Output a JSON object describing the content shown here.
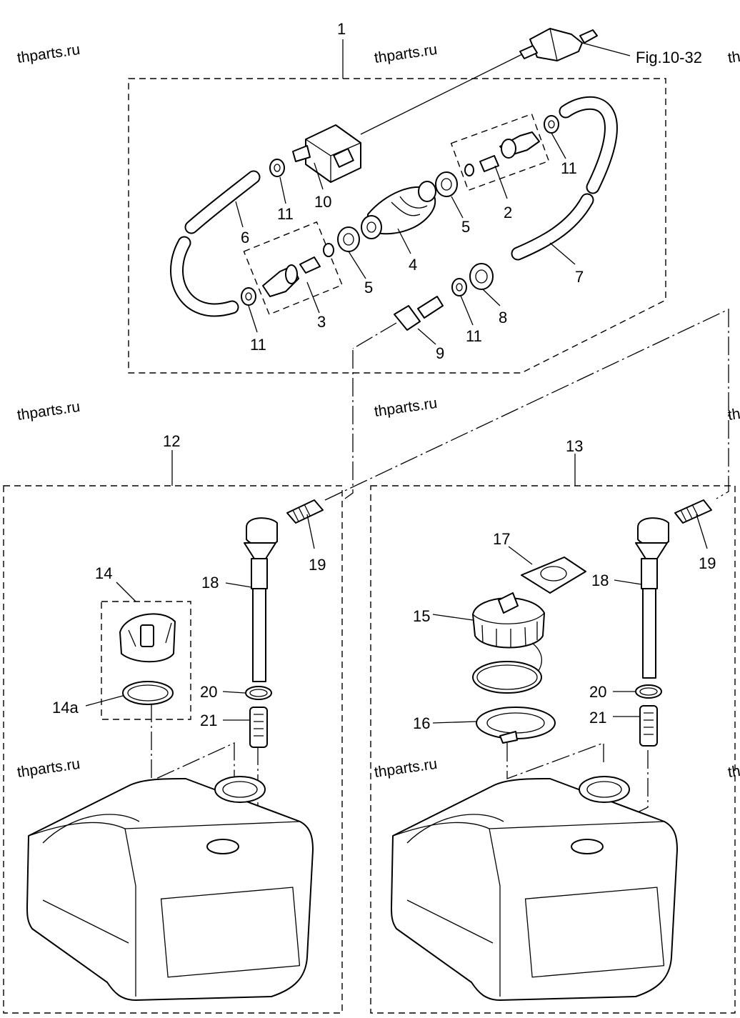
{
  "watermarks": [
    "thparts.ru",
    "thparts.ru",
    "thparts.ru",
    "thparts.ru",
    "thparts.ru",
    "thparts.ru",
    "th",
    "th",
    "th"
  ],
  "callouts": {
    "p1": "1",
    "p2": "2",
    "p3": "3",
    "p4": "4",
    "p5a": "5",
    "p5b": "5",
    "p6": "6",
    "p7": "7",
    "p8": "8",
    "p9": "9",
    "p10": "10",
    "p11a": "11",
    "p11b": "11",
    "p11c": "11",
    "p11d": "11",
    "p12": "12",
    "p13": "13",
    "p14": "14",
    "p14a": "14a",
    "p15": "15",
    "p16": "16",
    "p17": "17",
    "p18a": "18",
    "p18b": "18",
    "p19a": "19",
    "p19b": "19",
    "p20a": "20",
    "p20b": "20",
    "p21a": "21",
    "p21b": "21"
  },
  "figure_reference": "Fig.10-32"
}
